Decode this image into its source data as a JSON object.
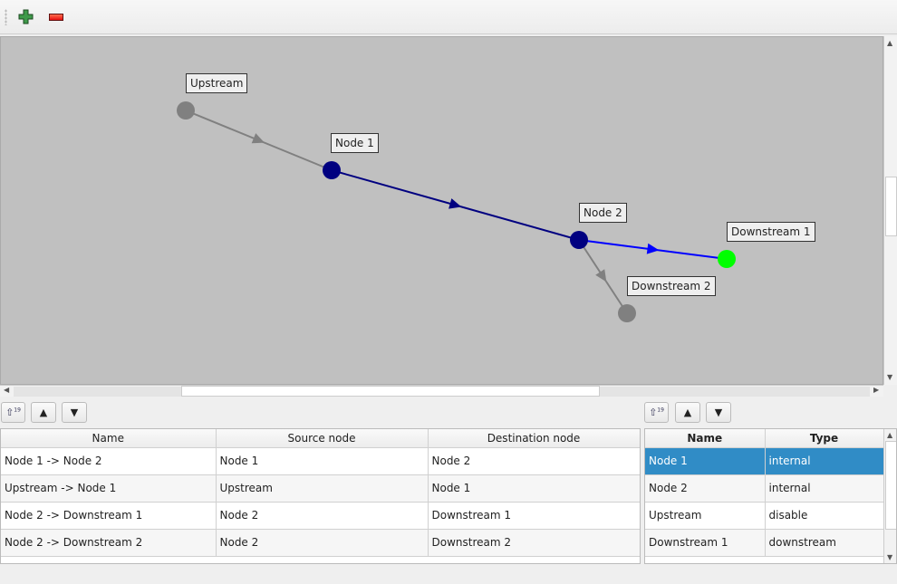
{
  "toolbar": {
    "add_icon": "green-plus-icon",
    "remove_icon": "red-minus-icon"
  },
  "graph": {
    "nodes": [
      {
        "id": "up",
        "label": "Upstream",
        "color": "#808080"
      },
      {
        "id": "n1",
        "label": "Node 1",
        "color": "#000080"
      },
      {
        "id": "n2",
        "label": "Node 2",
        "color": "#000080"
      },
      {
        "id": "d1",
        "label": "Downstream 1",
        "color": "#00ff00"
      },
      {
        "id": "d2",
        "label": "Downstream 2",
        "color": "#808080"
      }
    ],
    "edges": [
      {
        "from": "up",
        "to": "n1",
        "color": "#808080"
      },
      {
        "from": "n1",
        "to": "n2",
        "color": "#000080"
      },
      {
        "from": "n2",
        "to": "d1",
        "color": "#0000ff"
      },
      {
        "from": "n2",
        "to": "d2",
        "color": "#808080"
      }
    ]
  },
  "edges_table": {
    "headers": [
      "Name",
      "Source node",
      "Destination node"
    ],
    "rows": [
      [
        "Node 1 -> Node 2",
        "Node 1",
        "Node 2"
      ],
      [
        "Upstream -> Node 1",
        "Upstream",
        "Node 1"
      ],
      [
        "Node 2 -> Downstream 1",
        "Node 2",
        "Downstream 1"
      ],
      [
        "Node 2 -> Downstream 2",
        "Node 2",
        "Downstream 2"
      ]
    ]
  },
  "nodes_table": {
    "headers": [
      "Name",
      "Type"
    ],
    "rows": [
      [
        "Node 1",
        "internal"
      ],
      [
        "Node 2",
        "internal"
      ],
      [
        "Upstream",
        "disable"
      ],
      [
        "Downstream 1",
        "downstream"
      ]
    ],
    "selected_row": 0,
    "selection_color": "#308cc6"
  }
}
